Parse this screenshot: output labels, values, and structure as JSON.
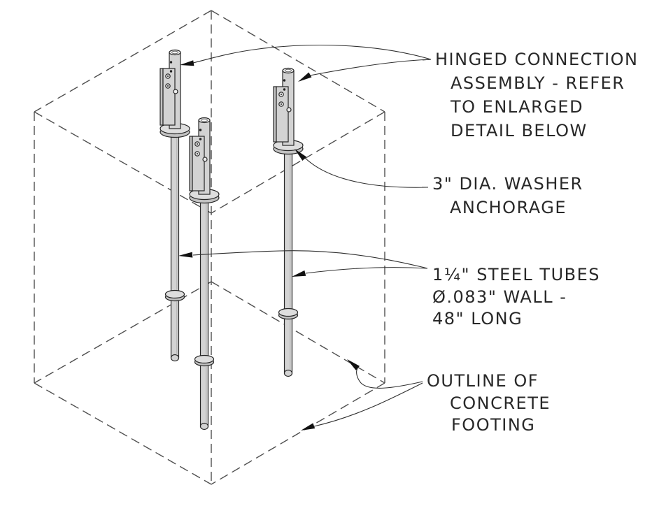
{
  "drawing": {
    "type": "isometric-construction-detail",
    "colors": {
      "background": "#ffffff",
      "line": "#262626",
      "dashed_line": "#4f4f4f",
      "tube_fill": "#d3d3d3",
      "text": "#282828"
    },
    "labels": {
      "hinged": {
        "lines": [
          "HINGED CONNECTION",
          "ASSEMBLY - REFER",
          "TO ENLARGED",
          "DETAIL BELOW"
        ]
      },
      "washer": {
        "lines": [
          "3\" DIA. WASHER",
          "ANCHORAGE"
        ]
      },
      "tubes": {
        "lines": [
          "1¼\" STEEL TUBES",
          "Ø.083\" WALL -",
          "48\" LONG"
        ]
      },
      "footing": {
        "lines": [
          "OUTLINE OF",
          "CONCRETE",
          "FOOTING"
        ]
      }
    }
  }
}
